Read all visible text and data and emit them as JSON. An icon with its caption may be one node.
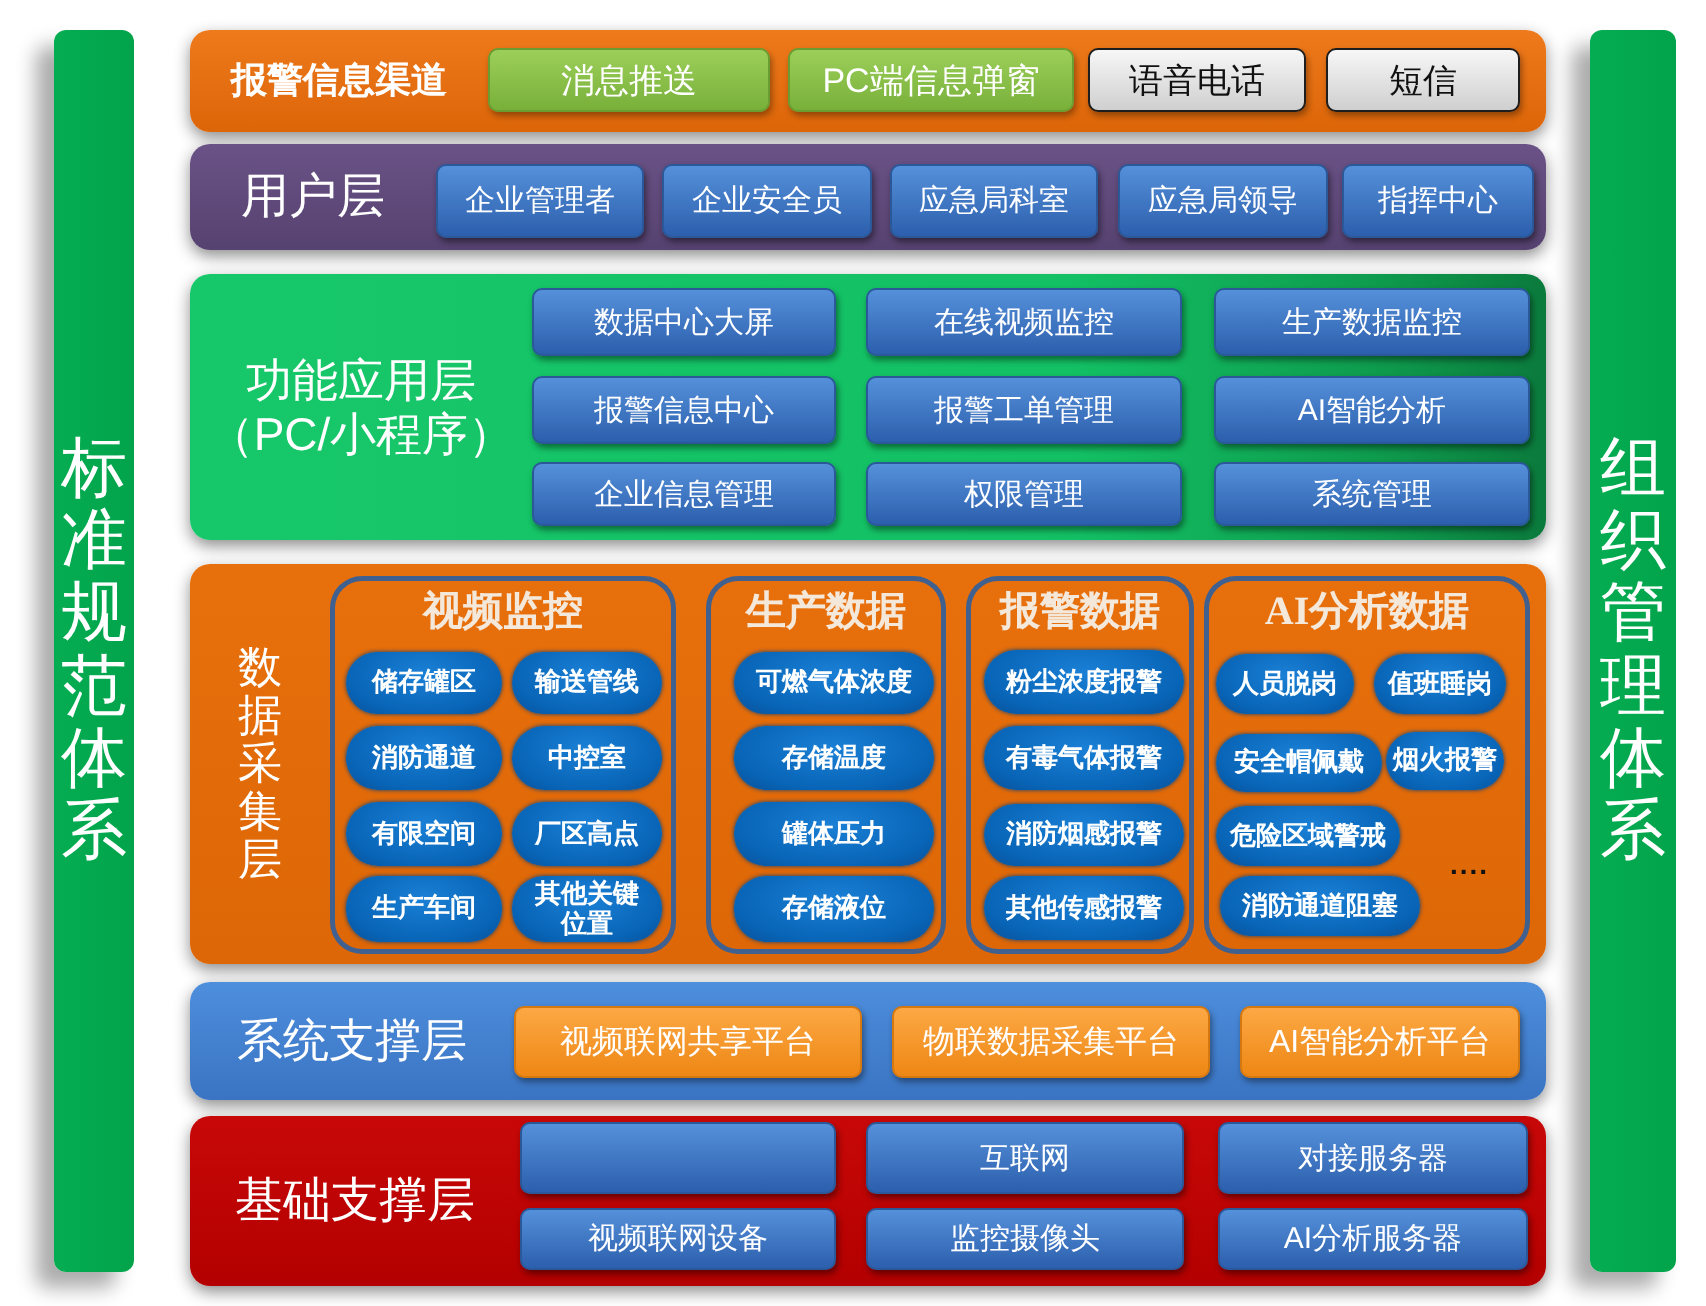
{
  "diagram": {
    "nodes": [
      {
        "text": [
          "标准规范体系"
        ]
      },
      {
        "text": [
          "报警信息渠道"
        ]
      },
      {
        "text": [
          "消息推送"
        ],
        "in": 1
      },
      {
        "text": [
          "PC端信息弹窗"
        ],
        "in": 1
      },
      {
        "text": [
          "语音电话"
        ],
        "in": 1
      },
      {
        "text": [
          "短信"
        ],
        "in": 1
      },
      {
        "text": [
          "用户层"
        ]
      },
      {
        "text": [
          "企业管理者"
        ],
        "in": 6
      },
      {
        "text": [
          "企业安全员"
        ],
        "in": 6
      },
      {
        "text": [
          "应急局科室"
        ],
        "in": 6
      },
      {
        "text": [
          "应急局领导"
        ],
        "in": 6
      },
      {
        "text": [
          "指挥中心"
        ],
        "in": 6
      },
      {
        "text": [
          "功能应用层",
          "（PC/小程序）"
        ]
      },
      {
        "text": [
          "数据中心大屏"
        ],
        "in": 12
      },
      {
        "text": [
          "在线视频监控"
        ],
        "in": 12
      },
      {
        "text": [
          "生产数据监控"
        ],
        "in": 12
      },
      {
        "text": [
          "报警信息中心"
        ],
        "in": 12
      },
      {
        "text": [
          "报警工单管理"
        ],
        "in": 12
      },
      {
        "text": [
          "AI智能分析"
        ],
        "in": 12
      },
      {
        "text": [
          "企业信息管理"
        ],
        "in": 12
      },
      {
        "text": [
          "权限管理"
        ],
        "in": 12
      },
      {
        "text": [
          "系统管理"
        ],
        "in": 12
      },
      {
        "text": [
          "数据采集层"
        ]
      },
      {
        "text": [
          "视频监控"
        ],
        "in": 22
      },
      {
        "text": [
          "储存罐区"
        ],
        "in": 23
      },
      {
        "text": [
          "输送管线"
        ],
        "in": 23
      },
      {
        "text": [
          "消防通道"
        ],
        "in": 23
      },
      {
        "text": [
          "中控室"
        ],
        "in": 23
      },
      {
        "text": [
          "有限空间"
        ],
        "in": 23
      },
      {
        "text": [
          "厂区高点"
        ],
        "in": 23
      },
      {
        "text": [
          "生产车间"
        ],
        "in": 23
      },
      {
        "text": [
          "其他关键位置"
        ],
        "in": 23
      },
      {
        "text": [
          "生产数据"
        ],
        "in": 22
      },
      {
        "text": [
          "可燃气体浓度"
        ],
        "in": 32
      },
      {
        "text": [
          "存储温度"
        ],
        "in": 32
      },
      {
        "text": [
          "罐体压力"
        ],
        "in": 32
      },
      {
        "text": [
          "存储液位"
        ],
        "in": 32
      },
      {
        "text": [
          "报警数据"
        ],
        "in": 22
      },
      {
        "text": [
          "粉尘浓度报警"
        ],
        "in": 37
      },
      {
        "text": [
          "有毒气体报警"
        ],
        "in": 37
      },
      {
        "text": [
          "消防烟感报警"
        ],
        "in": 37
      },
      {
        "text": [
          "其他传感报警"
        ],
        "in": 37
      },
      {
        "text": [
          "AI分析数据",
          "...."
        ],
        "in": 22
      },
      {
        "text": [
          "人员脱岗"
        ],
        "in": 42
      },
      {
        "text": [
          "值班睡岗"
        ],
        "in": 42
      },
      {
        "text": [
          "安全帽佩戴"
        ],
        "in": 42
      },
      {
        "text": [
          "烟火报警"
        ],
        "in": 42
      },
      {
        "text": [
          "危险区域警戒"
        ],
        "in": 42
      },
      {
        "text": [
          "消防通道阻塞"
        ],
        "in": 42
      },
      {
        "text": [
          "系统支撑层"
        ]
      },
      {
        "text": [
          "视频联网共享平台"
        ],
        "in": 49
      },
      {
        "text": [
          "物联数据采集平台"
        ],
        "in": 49
      },
      {
        "text": [
          "AI智能分析平台"
        ],
        "in": 49
      },
      {
        "text": [
          "基础支撑层"
        ]
      },
      {
        "text": [],
        "shape": "box",
        "in": 53
      },
      {
        "text": [
          "互联网"
        ],
        "in": 53
      },
      {
        "text": [
          "对接服务器"
        ],
        "in": 53
      },
      {
        "text": [
          "视频联网设备"
        ],
        "in": 53
      },
      {
        "text": [
          "监控摄像头"
        ],
        "in": 53
      },
      {
        "text": [
          "AI分析服务器"
        ],
        "in": 53
      },
      {
        "text": [
          "组织管理体系"
        ]
      }
    ]
  }
}
